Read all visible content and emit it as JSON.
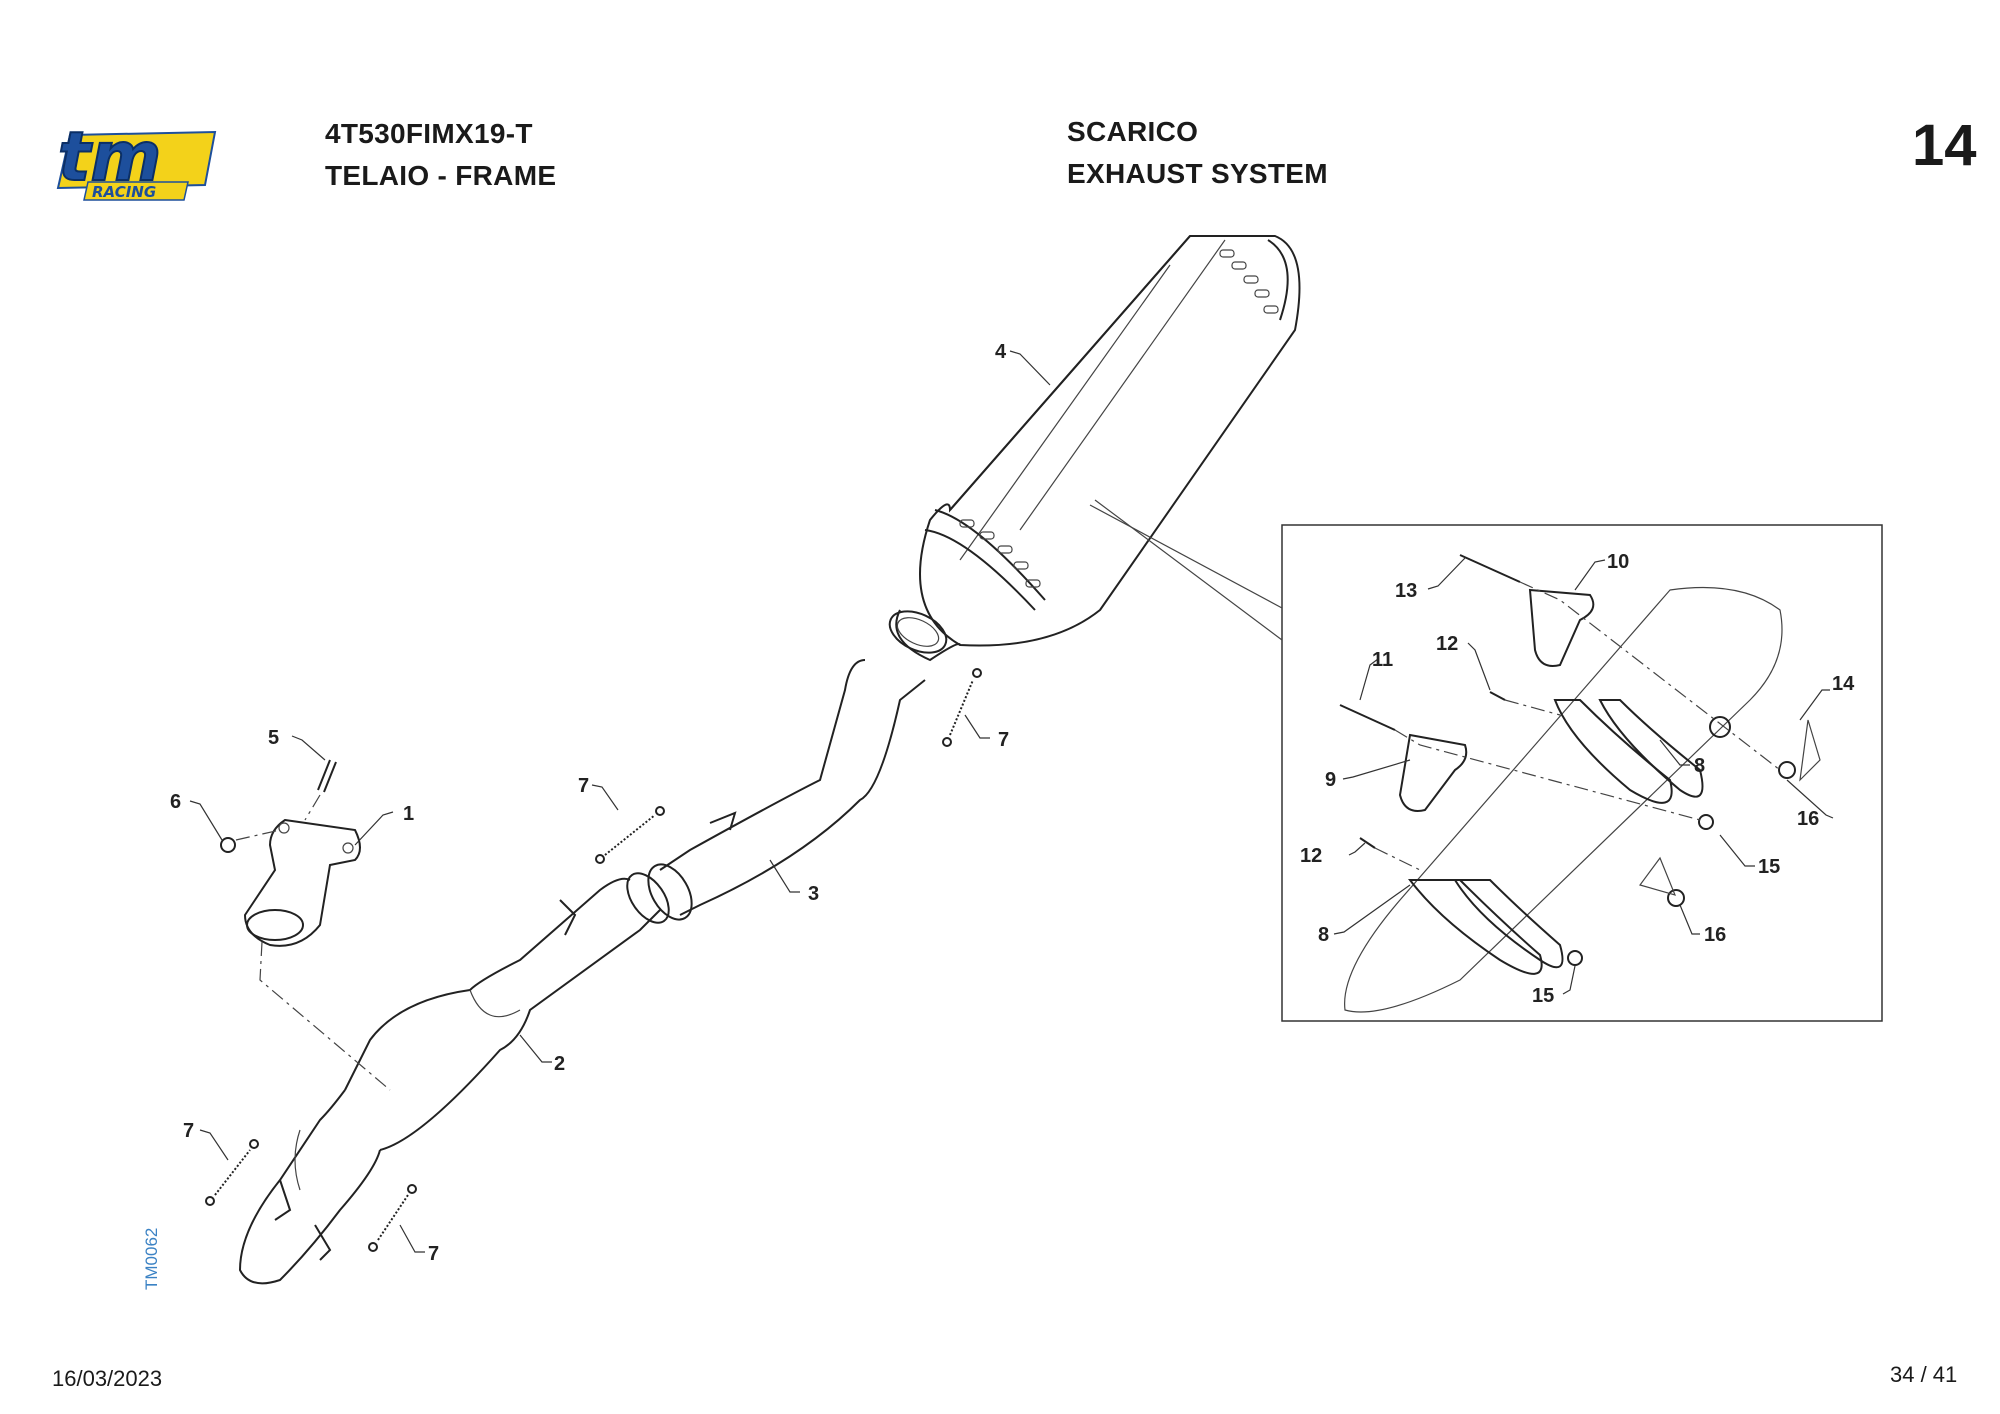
{
  "header": {
    "logo_text": "tm",
    "logo_sub": "RACING",
    "model_code": "4T530FIMX19-T",
    "group": "TELAIO - FRAME",
    "section_it": "SCARICO",
    "section_en": "EXHAUST SYSTEM",
    "section_number": "14"
  },
  "footer": {
    "date": "16/03/2023",
    "page": "34 / 41",
    "drawing_code": "TM0062"
  },
  "colors": {
    "logo_blue": "#1d4f9c",
    "logo_yellow": "#f3d21a",
    "code_blue": "#3b82c4"
  },
  "callouts": {
    "c1": "1",
    "c2": "2",
    "c3": "3",
    "c4": "4",
    "c5": "5",
    "c6": "6",
    "c7a": "7",
    "c7b": "7",
    "c7c": "7",
    "c7d": "7",
    "d8a": "8",
    "d8b": "8",
    "d9": "9",
    "d10": "10",
    "d11": "11",
    "d12a": "12",
    "d12b": "12",
    "d13": "13",
    "d14": "14",
    "d15a": "15",
    "d15b": "15",
    "d16a": "16",
    "d16b": "16"
  }
}
